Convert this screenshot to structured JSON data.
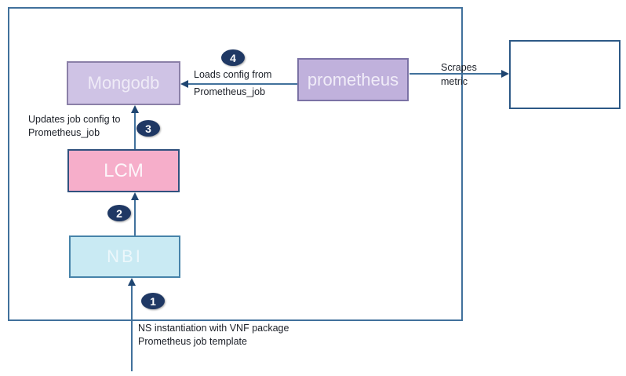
{
  "diagram": {
    "nodes": {
      "mongodb": {
        "label": "Mongodb"
      },
      "prometheus": {
        "label": "prometheus"
      },
      "lcm": {
        "label": "LCM"
      },
      "nbi": {
        "label": "NBI"
      }
    },
    "badges": {
      "step1": "1",
      "step2": "2",
      "step3": "3",
      "step4": "4"
    },
    "edge_labels": {
      "loads_line1": "Loads config from",
      "loads_line2": "Prometheus_job",
      "scrapes_line1": "Scrapes",
      "scrapes_line2": "metric",
      "updates_line1": "Updates job config to",
      "updates_line2": "Prometheus_job",
      "ns_line1": "NS instantiation with VNF package",
      "ns_line2": "Prometheus job template"
    },
    "colors": {
      "frame_border": "#41719c",
      "arrow_line": "#41719c",
      "arrow_head": "#1f4571",
      "badge_fill": "#1f3864",
      "badge_text": "#ffffff",
      "mongodb_fill": "#cfc3e5",
      "mongodb_border": "#8b80a8",
      "prometheus_fill": "#c0b1dc",
      "prometheus_border": "#7b72a5",
      "lcm_fill": "#f6aeca",
      "lcm_border": "#30517e",
      "nbi_fill": "#c9eaf3",
      "nbi_border": "#4683a9",
      "external_border": "#2d5986",
      "label_text": "#1b1f27"
    }
  }
}
